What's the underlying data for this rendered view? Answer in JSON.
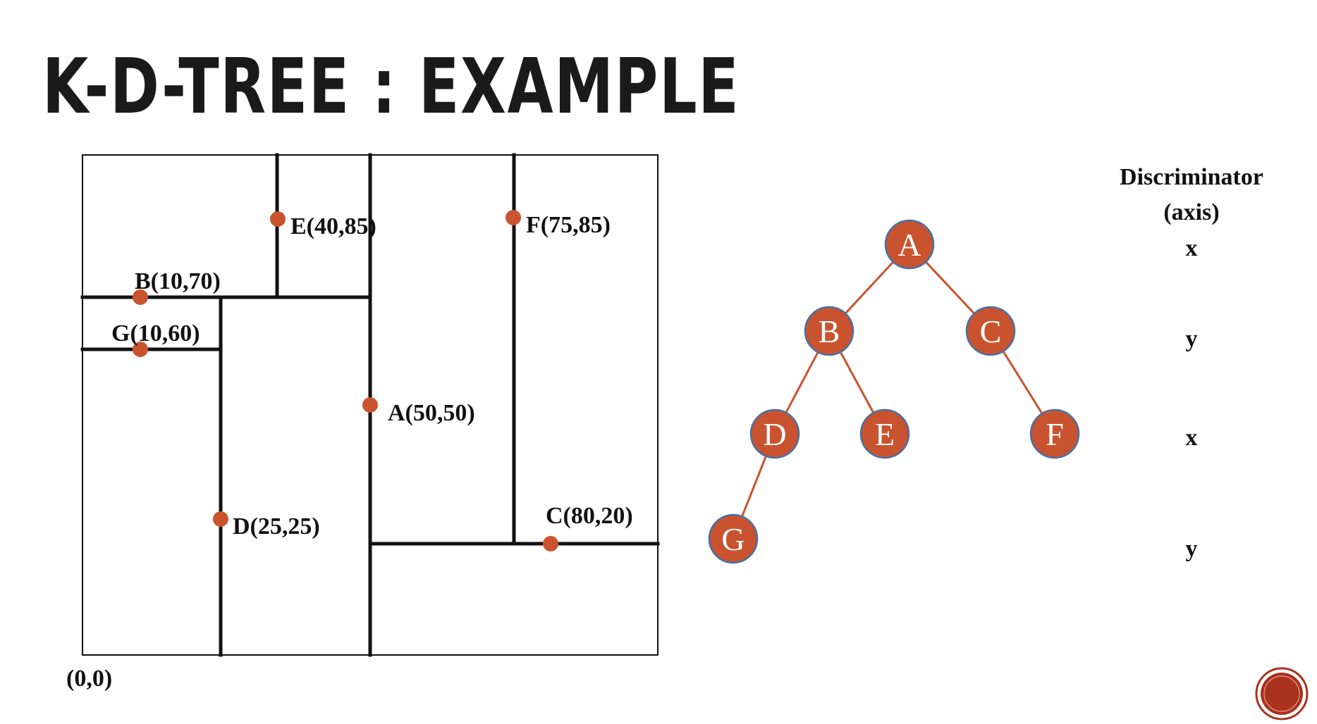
{
  "title": "K-D-TREE : EXAMPLE",
  "colors": {
    "accent": "#C9532E",
    "node_stroke": "#4A6FA5",
    "line": "#111111",
    "badge_dark": "#A8321E"
  },
  "space": {
    "origin_label": "(0,0)",
    "points": [
      {
        "name": "A",
        "label": "A(50,50)",
        "x": 50,
        "y": 50
      },
      {
        "name": "B",
        "label": "B(10,70)",
        "x": 10,
        "y": 70
      },
      {
        "name": "C",
        "label": "C(80,20)",
        "x": 80,
        "y": 20
      },
      {
        "name": "D",
        "label": "D(25,25)",
        "x": 25,
        "y": 25
      },
      {
        "name": "E",
        "label": "E(40,85)",
        "x": 40,
        "y": 85
      },
      {
        "name": "F",
        "label": "F(75,85)",
        "x": 75,
        "y": 85
      },
      {
        "name": "G",
        "label": "G(10,60)",
        "x": 10,
        "y": 60
      }
    ]
  },
  "tree": {
    "nodes": [
      {
        "id": "A",
        "label": "A"
      },
      {
        "id": "B",
        "label": "B"
      },
      {
        "id": "C",
        "label": "C"
      },
      {
        "id": "D",
        "label": "D"
      },
      {
        "id": "E",
        "label": "E"
      },
      {
        "id": "F",
        "label": "F"
      },
      {
        "id": "G",
        "label": "G"
      }
    ],
    "edges": [
      {
        "from": "A",
        "to": "B"
      },
      {
        "from": "A",
        "to": "C"
      },
      {
        "from": "B",
        "to": "D"
      },
      {
        "from": "B",
        "to": "E"
      },
      {
        "from": "C",
        "to": "F"
      },
      {
        "from": "D",
        "to": "G"
      }
    ]
  },
  "discriminator": {
    "header_line1": "Discriminator",
    "header_line2": "(axis)",
    "levels": [
      "x",
      "y",
      "x",
      "y"
    ]
  }
}
